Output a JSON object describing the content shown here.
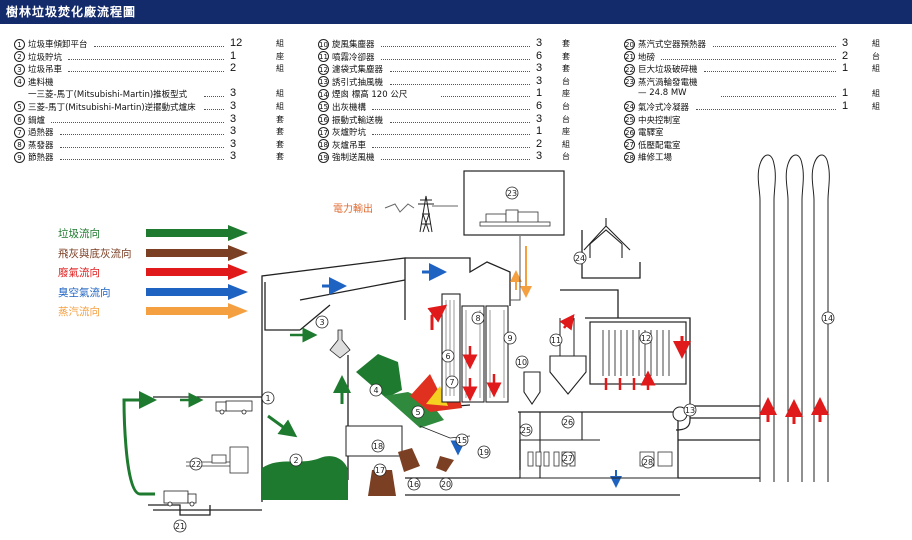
{
  "title": "樹林垃圾焚化廠流程圖",
  "list_col1": [
    {
      "n": "1",
      "label": "垃圾車傾卸平台",
      "qty": "12",
      "unit": "組"
    },
    {
      "n": "2",
      "label": "垃圾貯坑",
      "qty": "1",
      "unit": "座"
    },
    {
      "n": "3",
      "label": "垃圾吊車",
      "qty": "2",
      "unit": "組"
    },
    {
      "n": "4",
      "label": "進料機",
      "qty": "",
      "unit": ""
    },
    {
      "n": "",
      "label": "一三菱-馬丁(Mitsubishi-Martin)推板型式",
      "qty": "3",
      "unit": "組"
    },
    {
      "n": "5",
      "label": "三菱-馬丁(Mitsubishi-Martin)逆擺動式爐床",
      "qty": "3",
      "unit": "組"
    },
    {
      "n": "6",
      "label": "鍋爐",
      "qty": "3",
      "unit": "套"
    },
    {
      "n": "7",
      "label": "過熱器",
      "qty": "3",
      "unit": "套"
    },
    {
      "n": "8",
      "label": "蒸發器",
      "qty": "3",
      "unit": "套"
    },
    {
      "n": "9",
      "label": "節熱器",
      "qty": "3",
      "unit": "套"
    }
  ],
  "list_col2": [
    {
      "n": "10",
      "label": "旋風集塵器",
      "qty": "3",
      "unit": "套"
    },
    {
      "n": "11",
      "label": "噴霧冷卻器",
      "qty": "6",
      "unit": "套"
    },
    {
      "n": "12",
      "label": "濾袋式集塵器",
      "qty": "3",
      "unit": "套"
    },
    {
      "n": "13",
      "label": "誘引式抽風機",
      "qty": "3",
      "unit": "台"
    },
    {
      "n": "14",
      "label": "煙囪 標高 120 公尺",
      "qty": "1",
      "unit": "座"
    },
    {
      "n": "15",
      "label": "出灰機構",
      "qty": "6",
      "unit": "台"
    },
    {
      "n": "16",
      "label": "振動式輸送機",
      "qty": "3",
      "unit": "台"
    },
    {
      "n": "17",
      "label": "灰爐貯坑",
      "qty": "1",
      "unit": "座"
    },
    {
      "n": "18",
      "label": "灰爐吊車",
      "qty": "2",
      "unit": "組"
    },
    {
      "n": "19",
      "label": "強制送風機",
      "qty": "3",
      "unit": "台"
    }
  ],
  "list_col3": [
    {
      "n": "20",
      "label": "蒸汽式空器預熱器",
      "qty": "3",
      "unit": "組"
    },
    {
      "n": "21",
      "label": "地磅",
      "qty": "2",
      "unit": "台"
    },
    {
      "n": "22",
      "label": "巨大垃圾破碎機",
      "qty": "1",
      "unit": "組"
    },
    {
      "n": "23",
      "label": "蒸汽渦輪發電機",
      "qty": "",
      "unit": ""
    },
    {
      "n": "",
      "label": "— 24.8 MW",
      "qty": "1",
      "unit": "組"
    },
    {
      "n": "24",
      "label": "氣冷式冷凝器",
      "qty": "1",
      "unit": "組"
    },
    {
      "n": "25",
      "label": "中央控制室",
      "qty": "",
      "unit": ""
    },
    {
      "n": "26",
      "label": "電驛室",
      "qty": "",
      "unit": ""
    },
    {
      "n": "27",
      "label": "低壓配電室",
      "qty": "",
      "unit": ""
    },
    {
      "n": "28",
      "label": "維修工場",
      "qty": "",
      "unit": ""
    }
  ],
  "legend": [
    {
      "label": "垃圾流向",
      "color": "#1e7a2e"
    },
    {
      "label": "飛灰與底灰流向",
      "color": "#7b3f23"
    },
    {
      "label": "廢氣流向",
      "color": "#e01a1a"
    },
    {
      "label": "臭空氣流向",
      "color": "#1f63c2"
    },
    {
      "label": "蒸汽流向",
      "color": "#f5a040"
    }
  ],
  "power_output": "電力輸出",
  "colors": {
    "title_bg": "#132a6b",
    "waste": "#1e7a2e",
    "ash": "#7b3f23",
    "flue": "#e01a1a",
    "air": "#1f63c2",
    "steam": "#f5a040",
    "line": "#333333"
  },
  "diagram_labels": [
    "1",
    "2",
    "3",
    "4",
    "5",
    "6",
    "7",
    "8",
    "9",
    "10",
    "11",
    "12",
    "13",
    "14",
    "15",
    "16",
    "17",
    "18",
    "19",
    "20",
    "21",
    "22",
    "23",
    "24",
    "25",
    "26",
    "27",
    "28"
  ]
}
